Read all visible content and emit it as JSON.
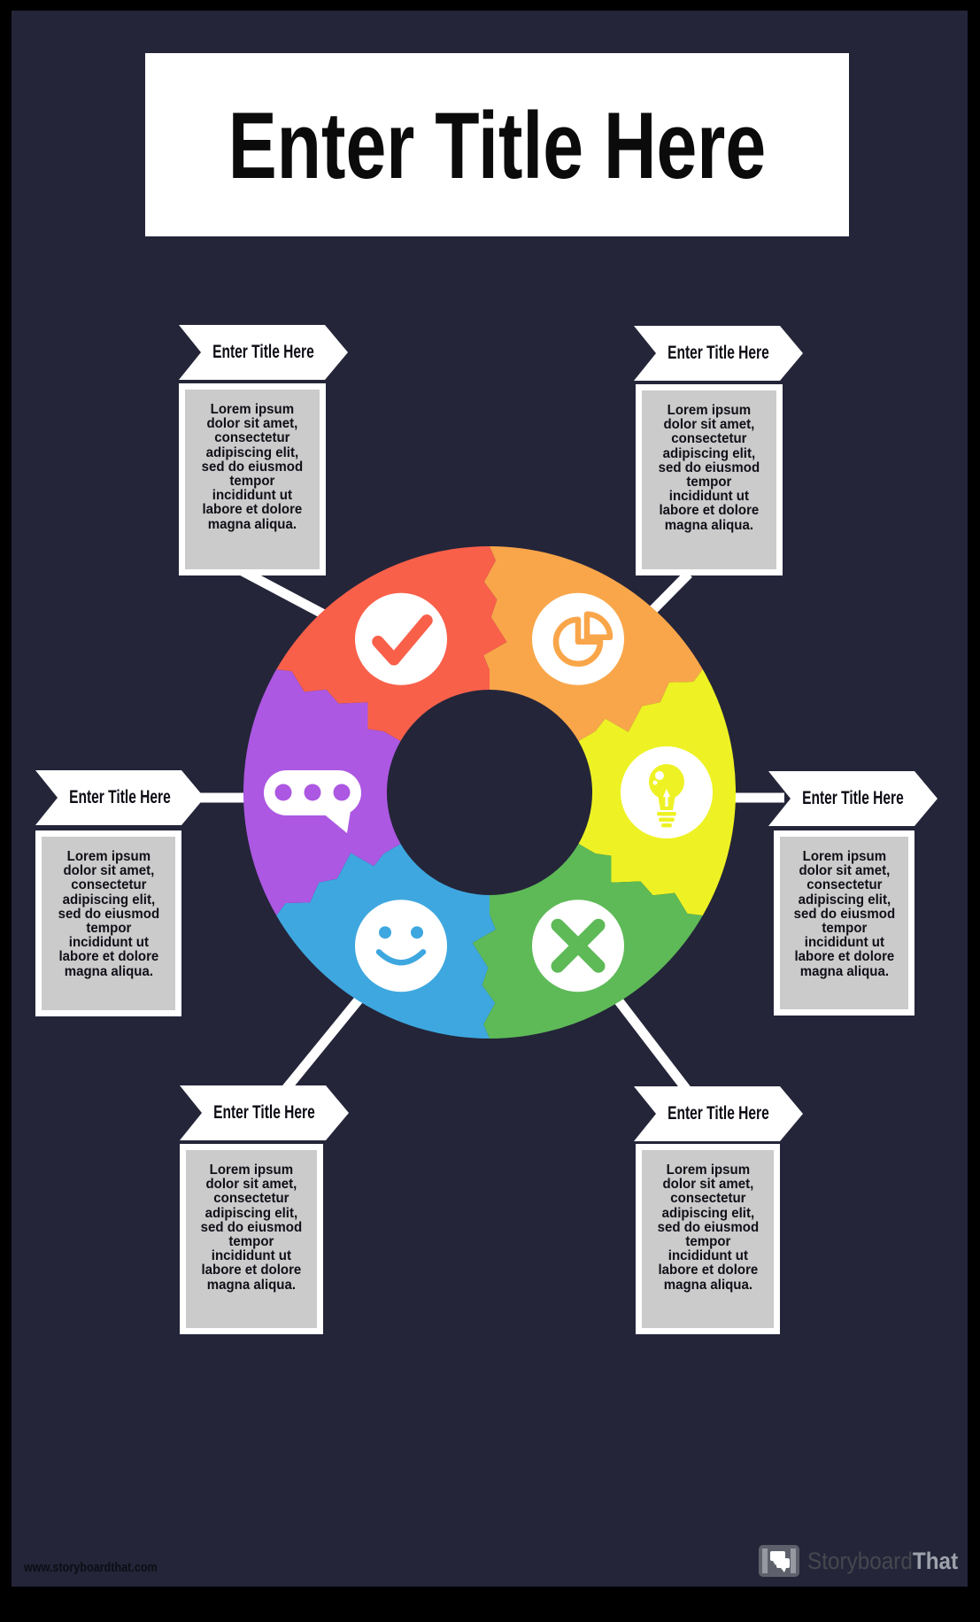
{
  "title": {
    "text": "Enter Title Here"
  },
  "callouts": [
    {
      "position": "top-left",
      "title": "Enter Title Here",
      "body": "Lorem ipsum\ndolor sit amet,\nconsectetur\nadipiscing elit,\nsed do eiusmod\ntempor\nincididunt ut\nlabore et dolore\nmagna aliqua."
    },
    {
      "position": "top-right",
      "title": "Enter Title Here",
      "body": "Lorem ipsum\ndolor sit amet,\nconsectetur\nadipiscing elit,\nsed do eiusmod\ntempor\nincididunt ut\nlabore et dolore\nmagna aliqua."
    },
    {
      "position": "left",
      "title": "Enter Title Here",
      "body": "Lorem ipsum\ndolor sit amet,\nconsectetur\nadipiscing elit,\nsed do eiusmod\ntempor\nincididunt ut\nlabore et dolore\nmagna aliqua."
    },
    {
      "position": "right",
      "title": "Enter Title Here",
      "body": "Lorem ipsum\ndolor sit amet,\nconsectetur\nadipiscing elit,\nsed do eiusmod\ntempor\nincididunt ut\nlabore et dolore\nmagna aliqua."
    },
    {
      "position": "bottom-left",
      "title": "Enter Title Here",
      "body": "Lorem ipsum\ndolor sit amet,\nconsectetur\nadipiscing elit,\nsed do eiusmod\ntempor\nincididunt ut\nlabore et dolore\nmagna aliqua."
    },
    {
      "position": "bottom-right",
      "title": "Enter Title Here",
      "body": "Lorem ipsum\ndolor sit amet,\nconsectetur\nadipiscing elit,\nsed do eiusmod\ntempor\nincididunt ut\nlabore et dolore\nmagna aliqua."
    }
  ],
  "donut": {
    "segments": [
      {
        "name": "orange",
        "position": "top-right",
        "color": "#F9A64A",
        "icon": "pie-chart-icon"
      },
      {
        "name": "yellow",
        "position": "right",
        "color": "#EEF224",
        "icon": "lightbulb-icon"
      },
      {
        "name": "green",
        "position": "bottom-right",
        "color": "#5EBA57",
        "icon": "x-icon"
      },
      {
        "name": "blue",
        "position": "bottom-left",
        "color": "#3EA7DF",
        "icon": "smiley-icon"
      },
      {
        "name": "purple",
        "position": "left",
        "color": "#AC58E2",
        "icon": "speech-bubble-icon"
      },
      {
        "name": "red",
        "position": "top-left",
        "color": "#F9604A",
        "icon": "check-icon"
      }
    ]
  },
  "footer": {
    "website": "www.storyboardthat.com",
    "logo_part_1": "Storyboard",
    "logo_part_2": "That"
  },
  "colors": {
    "page_background": "#242539",
    "outer_frame": "#000000",
    "banner_white": "#ffffff",
    "box_fill": "#CBCBCB",
    "box_border": "#ffffff",
    "text_black": "#0d0d15",
    "connector": "#ffffff",
    "icon_disc": "#ffffff"
  }
}
